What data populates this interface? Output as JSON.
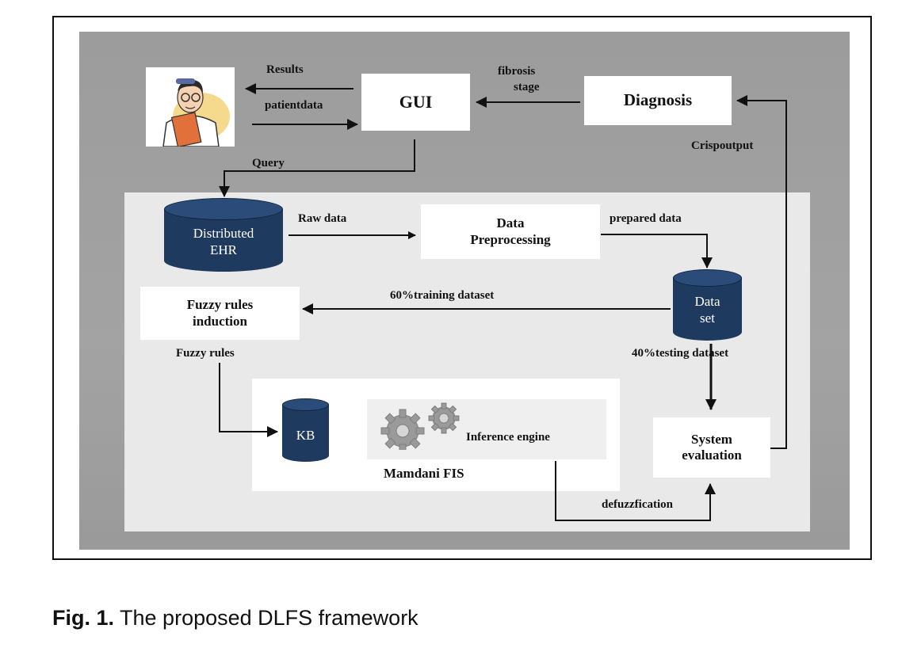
{
  "nodes": {
    "gui": "GUI",
    "diagnosis": "Diagnosis",
    "data_preprocessing_line1": "Data",
    "data_preprocessing_line2": "Preprocessing",
    "distributed_ehr_line1": "Distributed",
    "distributed_ehr_line2": "EHR",
    "data_set_line1": "Data",
    "data_set_line2": "set",
    "fuzzy_rules_induction_line1": "Fuzzy rules",
    "fuzzy_rules_induction_line2": "induction",
    "kb": "KB",
    "inference_engine": "Inference engine",
    "mamdani_fis": "Mamdani FIS",
    "system_evaluation_line1": "System",
    "system_evaluation_line2": "evaluation"
  },
  "edges": {
    "results": "Results",
    "patient_data": "patientdata",
    "fibrosis_stage_line1": "fibrosis",
    "fibrosis_stage_line2": "stage",
    "query": "Query",
    "raw_data": "Raw data",
    "prepared_data": "prepared data",
    "training_dataset": "60%training dataset",
    "testing_dataset": "40%testing dataset",
    "fuzzy_rules": "Fuzzy rules",
    "defuzzification": "defuzzfication",
    "crisp_output": "Crispoutput"
  },
  "caption": {
    "label": "Fig. 1.",
    "text": " The proposed DLFS framework"
  },
  "colors": {
    "cylinder": "#1f3a5f",
    "outer_panel": "#9e9e9e",
    "inner_panel": "#e9e9e9"
  }
}
